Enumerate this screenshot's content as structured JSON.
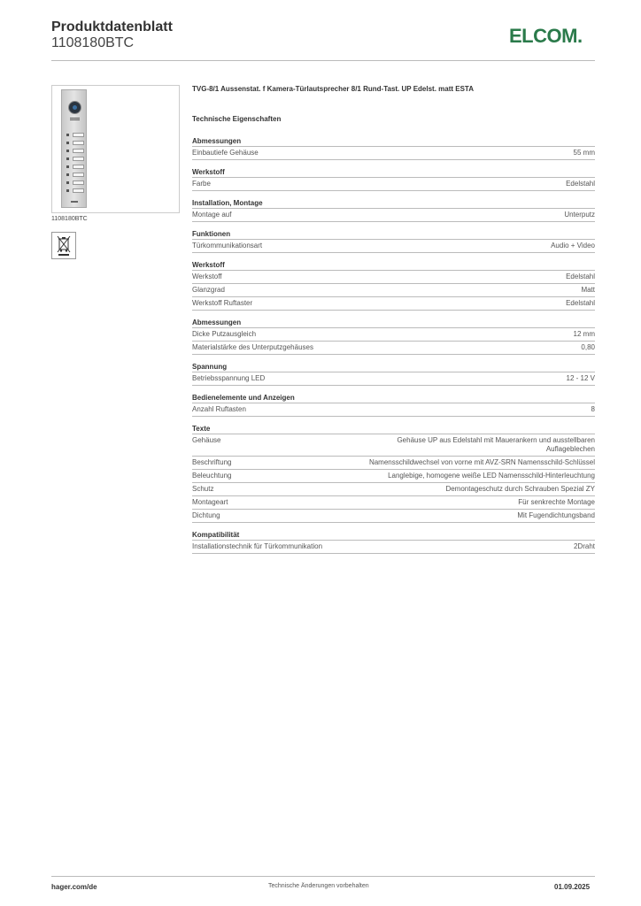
{
  "header": {
    "title": "Produktdatenblatt",
    "code": "1108180BTC",
    "logo": "ELCOM."
  },
  "image": {
    "caption": "1108180BTC",
    "icon": "weee-crossed-bin-icon"
  },
  "product_title": "TVG-8/1 Aussenstat. f Kamera-Türlautsprecher 8/1 Rund-Tast. UP Edelst. matt ESTA",
  "tech_heading": "Technische Eigenschaften",
  "sections": [
    {
      "title": "Abmessungen",
      "rows": [
        {
          "label": "Einbautiefe Gehäuse",
          "value": "55 mm"
        }
      ]
    },
    {
      "title": "Werkstoff",
      "rows": [
        {
          "label": "Farbe",
          "value": "Edelstahl"
        }
      ]
    },
    {
      "title": "Installation, Montage",
      "rows": [
        {
          "label": "Montage auf",
          "value": "Unterputz"
        }
      ]
    },
    {
      "title": "Funktionen",
      "rows": [
        {
          "label": "Türkommunikationsart",
          "value": "Audio + Video"
        }
      ]
    },
    {
      "title": "Werkstoff",
      "rows": [
        {
          "label": "Werkstoff",
          "value": "Edelstahl"
        },
        {
          "label": "Glanzgrad",
          "value": "Matt"
        },
        {
          "label": "Werkstoff Ruftaster",
          "value": "Edelstahl"
        }
      ]
    },
    {
      "title": "Abmessungen",
      "rows": [
        {
          "label": "Dicke Putzausgleich",
          "value": "12 mm"
        },
        {
          "label": "Materialstärke des Unterputzgehäuses",
          "value": "0,80"
        }
      ]
    },
    {
      "title": "Spannung",
      "rows": [
        {
          "label": "Betriebsspannung LED",
          "value": "12 - 12 V"
        }
      ]
    },
    {
      "title": "Bedienelemente und Anzeigen",
      "rows": [
        {
          "label": "Anzahl Ruftasten",
          "value": "8"
        }
      ]
    },
    {
      "title": "Texte",
      "rows": [
        {
          "label": "Gehäuse",
          "value": "Gehäuse UP aus Edelstahl mit Mauerankern und ausstellbaren Auflageblechen"
        },
        {
          "label": "Beschriftung",
          "value": "Namensschildwechsel von vorne mit AVZ-SRN Namensschild-Schlüssel"
        },
        {
          "label": "Beleuchtung",
          "value": "Langlebige, homogene weiße LED Namensschild-Hinterleuchtung"
        },
        {
          "label": "Schutz",
          "value": "Demontageschutz durch Schrauben Spezial ZY"
        },
        {
          "label": "Montageart",
          "value": "Für senkrechte Montage"
        },
        {
          "label": "Dichtung",
          "value": "Mit Fugendichtungsband"
        }
      ]
    },
    {
      "title": "Kompatibilität",
      "rows": [
        {
          "label": "Installationstechnik für Türkommunikation",
          "value": "2Draht"
        }
      ]
    }
  ],
  "footer": {
    "left": "hager.com/de",
    "center": "Technische Änderungen vorbehalten",
    "right": "01.09.2025"
  },
  "colors": {
    "logo": "#2a7a4a",
    "rule": "#bbbbbb",
    "text": "#333333"
  }
}
